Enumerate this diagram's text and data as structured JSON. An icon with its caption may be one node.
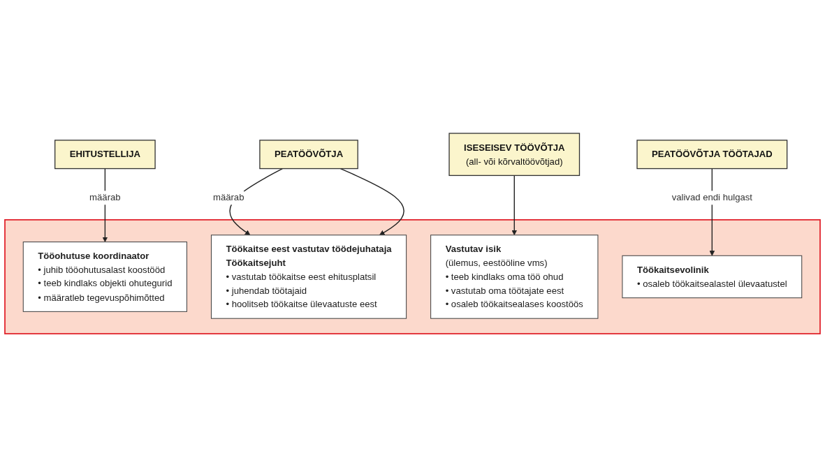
{
  "diagram": {
    "nodes": [
      {
        "text": [
          "EHITUSTELLIJA"
        ]
      },
      {
        "text": [
          "PEATÖÖVÕTJA"
        ]
      },
      {
        "text": [],
        "shape": "box"
      },
      {
        "text": [
          "Tööohutuse koordinaator",
          "• juhib tööohutusalast koostööd",
          "• teeb kindlaks objekti ohutegurid",
          "• määratleb tegevuspõhimõtted"
        ],
        "in": 2
      },
      {
        "text": [
          "Töökaitse eest vastutav töödejuhataja",
          "Töökaitsejuht",
          "• vastutab töökaitse eest ehitusplatsil",
          "• juhendab töötajaid",
          "• hoolitseb töökaitse ülevaatuste eest"
        ],
        "in": 2
      },
      {
        "text": [
          "Vastutav isik",
          "(ülemus, eestööline vms)",
          "• teeb kindlaks oma töö ohud",
          "• vastutab oma töötajate eest",
          "• osaleb töökaitsealases koostöös"
        ],
        "in": 2
      },
      {
        "text": [
          "Töökaitsevolinik",
          "• osaleb töökaitsealastel ülevaatustel"
        ],
        "in": 2
      },
      {
        "text": [
          "ISESEISEV TÖÖVÕTJA",
          "(all- või kõrvaltöövõtjad)"
        ]
      },
      {
        "text": [
          "PEATÖÖVÕTJA TÖÖTAJAD"
        ]
      }
    ],
    "edges": [
      {
        "from": 0,
        "to": 3,
        "arrow": "to",
        "label": "määrab"
      },
      {
        "from": 1,
        "to": 4,
        "arrow": "to",
        "label": "määrab"
      },
      {
        "from": 1,
        "to": 4,
        "arrow": "to"
      },
      {
        "from": 7,
        "to": 5,
        "arrow": "to"
      },
      {
        "from": 8,
        "to": 6,
        "arrow": "to",
        "label": "valivad endi hulgast"
      }
    ]
  }
}
